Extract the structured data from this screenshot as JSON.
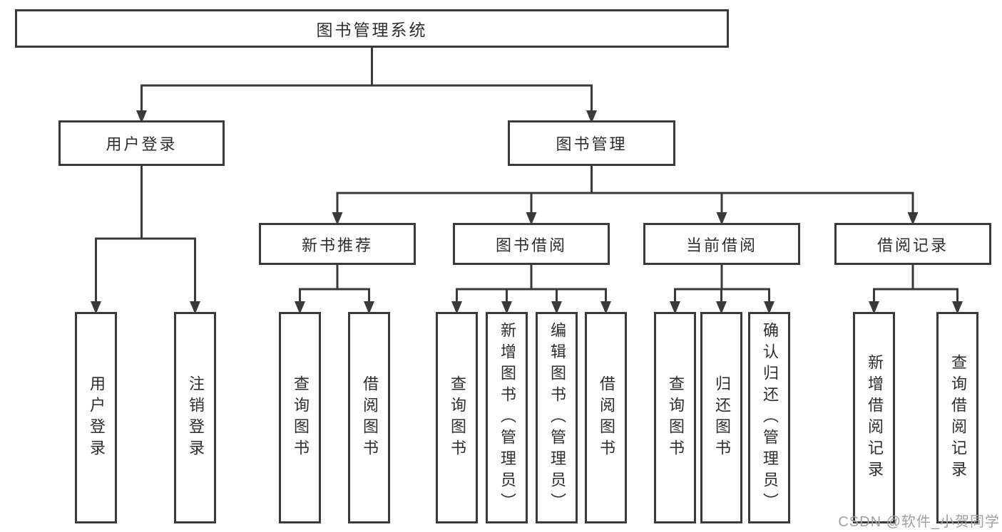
{
  "colors": {
    "line": "#3a3a3c",
    "box_border": "#3a3a3c",
    "text": "#2e2e30",
    "watermark": "#9fa0a3",
    "background": "#ffffff"
  },
  "tree": {
    "label": "图书管理系统",
    "children": [
      {
        "label": "用户登录",
        "children": [
          {
            "label": "用户登录"
          },
          {
            "label": "注销登录"
          }
        ]
      },
      {
        "label": "图书管理",
        "children": [
          {
            "label": "新书推荐",
            "children": [
              {
                "label": "查询图书"
              },
              {
                "label": "借阅图书"
              }
            ]
          },
          {
            "label": "图书借阅",
            "children": [
              {
                "label": "查询图书"
              },
              {
                "label": "新增图书（管理员）"
              },
              {
                "label": "编辑图书（管理员）"
              },
              {
                "label": "借阅图书"
              }
            ]
          },
          {
            "label": "当前借阅",
            "children": [
              {
                "label": "查询图书"
              },
              {
                "label": "归还图书"
              },
              {
                "label": "确认归还（管理员）"
              }
            ]
          },
          {
            "label": "借阅记录",
            "children": [
              {
                "label": "新增借阅记录"
              },
              {
                "label": "查询借阅记录"
              }
            ]
          }
        ]
      }
    ]
  },
  "watermark": {
    "text": "CSDN @软件_小贺同学"
  }
}
